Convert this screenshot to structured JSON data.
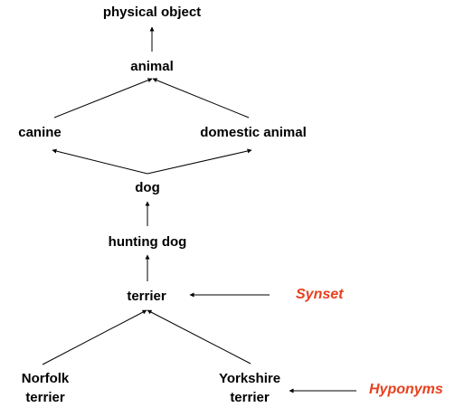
{
  "colors": {
    "node_text": "#000000",
    "edge": "#000000",
    "annotation": "#e8411e"
  },
  "nodes": {
    "physical_object": "physical object",
    "animal": "animal",
    "canine": "canine",
    "domestic_animal": "domestic animal",
    "dog": "dog",
    "hunting_dog": "hunting dog",
    "terrier": "terrier",
    "norfolk_terrier": {
      "line1": "Norfolk",
      "line2": "terrier"
    },
    "yorkshire_terrier": {
      "line1": "Yorkshire",
      "line2": "terrier"
    }
  },
  "annotations": {
    "synset": "Synset",
    "hyponyms": "Hyponyms"
  }
}
